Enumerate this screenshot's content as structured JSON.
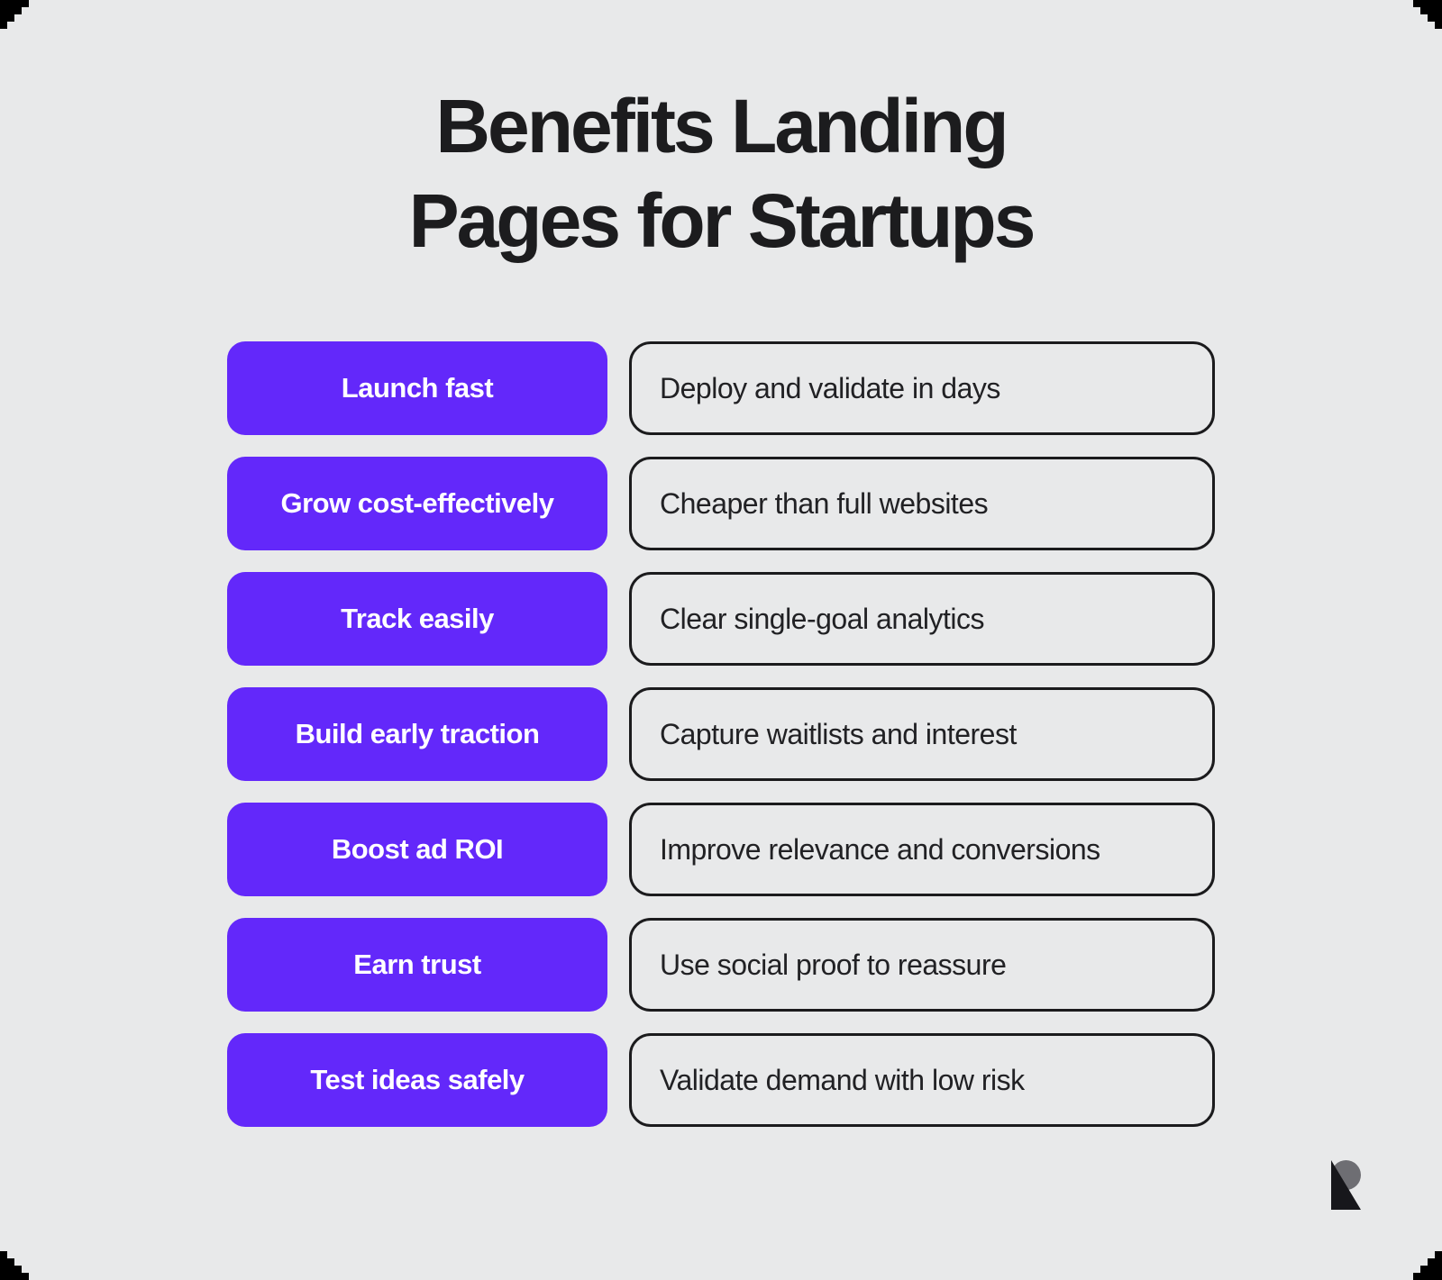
{
  "title": {
    "line1": "Benefits Landing",
    "line2": "Pages for Startups"
  },
  "benefits": [
    {
      "label": "Launch fast",
      "description": "Deploy and validate in days"
    },
    {
      "label": "Grow cost-effectively",
      "description": "Cheaper than full websites"
    },
    {
      "label": "Track easily",
      "description": "Clear single-goal analytics"
    },
    {
      "label": "Build early traction",
      "description": "Capture waitlists and interest"
    },
    {
      "label": "Boost ad ROI",
      "description": "Improve relevance and conversions"
    },
    {
      "label": "Earn trust",
      "description": "Use social proof to reassure"
    },
    {
      "label": "Test ideas safely",
      "description": "Validate demand with low risk"
    }
  ],
  "logo": {
    "icon": "r-monogram-logo"
  },
  "colors": {
    "background": "#e8e9ea",
    "accent_purple": "#6328fa",
    "outline_dark": "#1b1b1d",
    "title_text": "#1c1c1e",
    "description_text": "#212124",
    "pill_text": "#ffffff",
    "corner_black": "#000000",
    "logo_triangle": "#17171b",
    "logo_circle": "#6e6e73"
  }
}
